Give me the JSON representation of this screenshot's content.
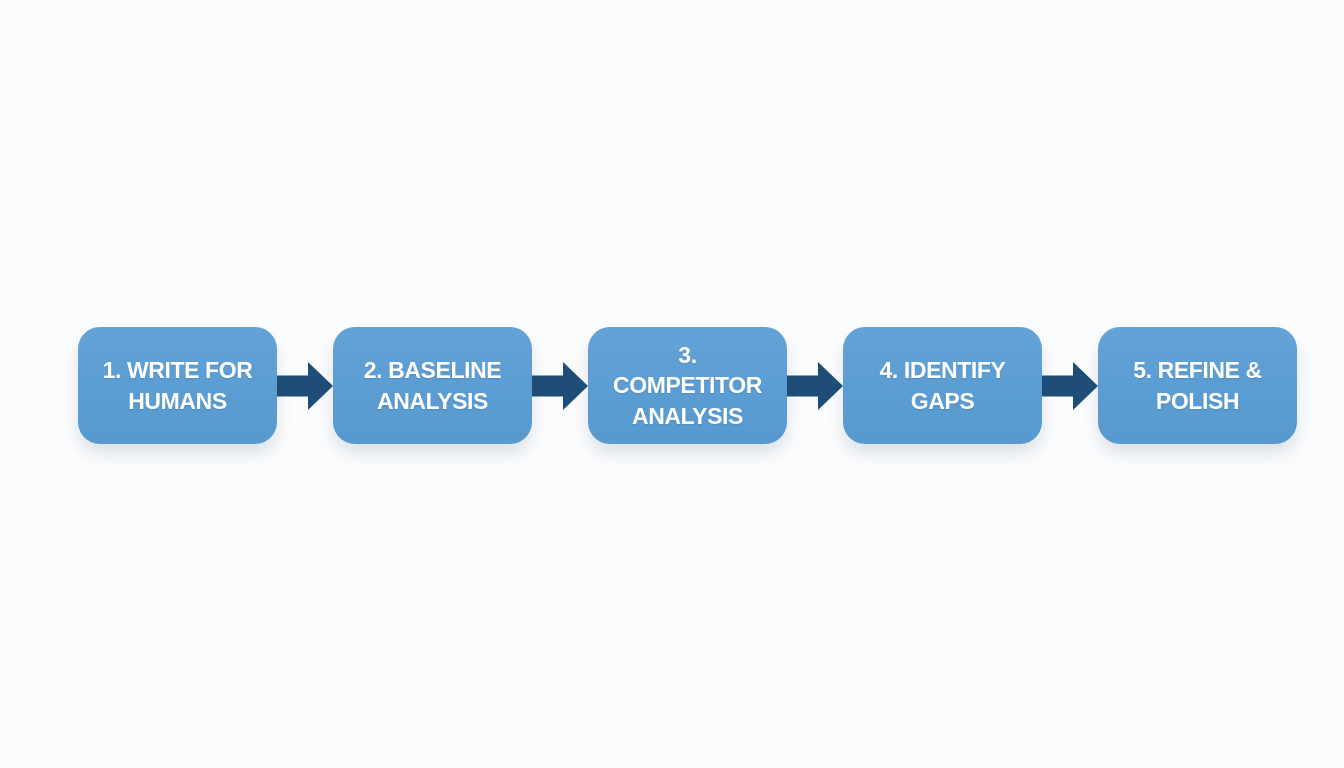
{
  "diagram": {
    "type": "flowchart",
    "direction": "left-to-right",
    "steps": [
      {
        "label": "1. WRITE FOR HUMANS"
      },
      {
        "label": "2. BASELINE ANALYSIS"
      },
      {
        "label": "3. COMPETITOR ANALYSIS"
      },
      {
        "label": "4. IDENTIFY GAPS"
      },
      {
        "label": "5. REFINE & POLISH"
      }
    ],
    "connector": "arrow-right"
  },
  "colors": {
    "box-fill": "#5b9cd2",
    "arrow": "#1e4d78",
    "text": "#ffffff",
    "background": "#fbfcfd"
  }
}
